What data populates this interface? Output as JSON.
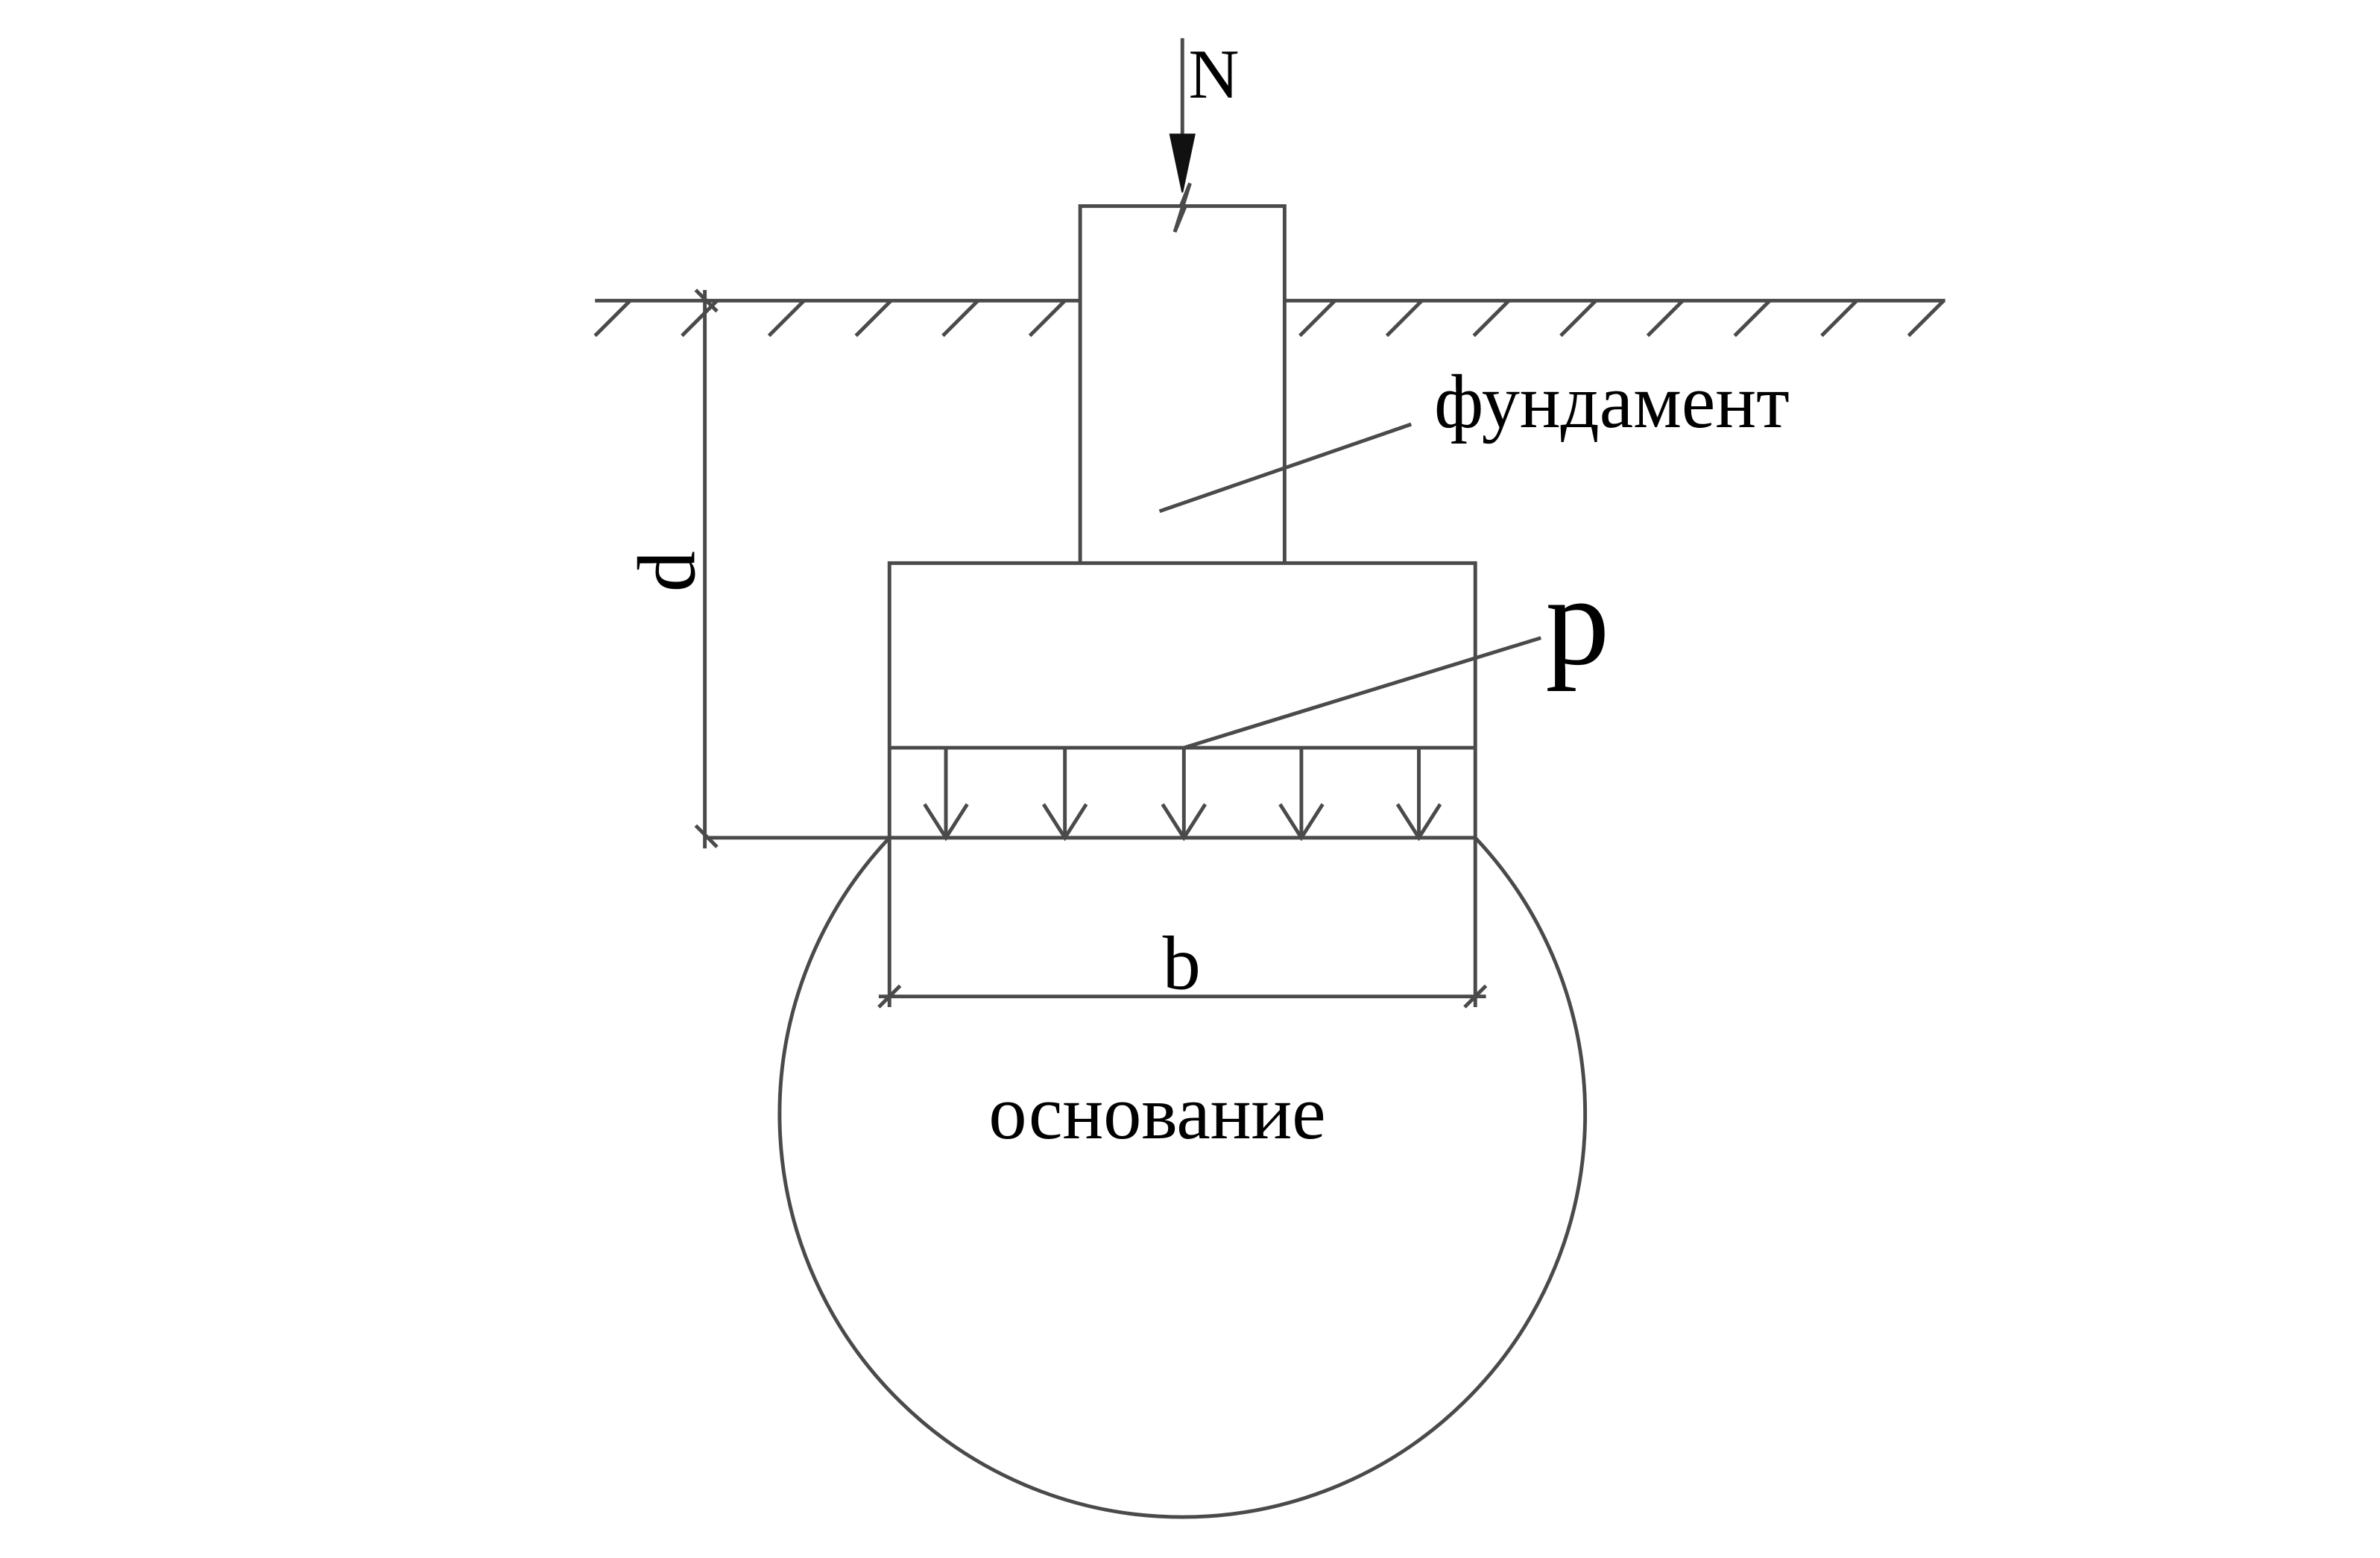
{
  "labels": {
    "force": "N",
    "foundation": "фундамент",
    "pressure": "p",
    "depth": "d",
    "width": "b",
    "base": "основание"
  },
  "colors": {
    "line": "#4a4a4a",
    "text": "#000000",
    "background": "#ffffff"
  }
}
